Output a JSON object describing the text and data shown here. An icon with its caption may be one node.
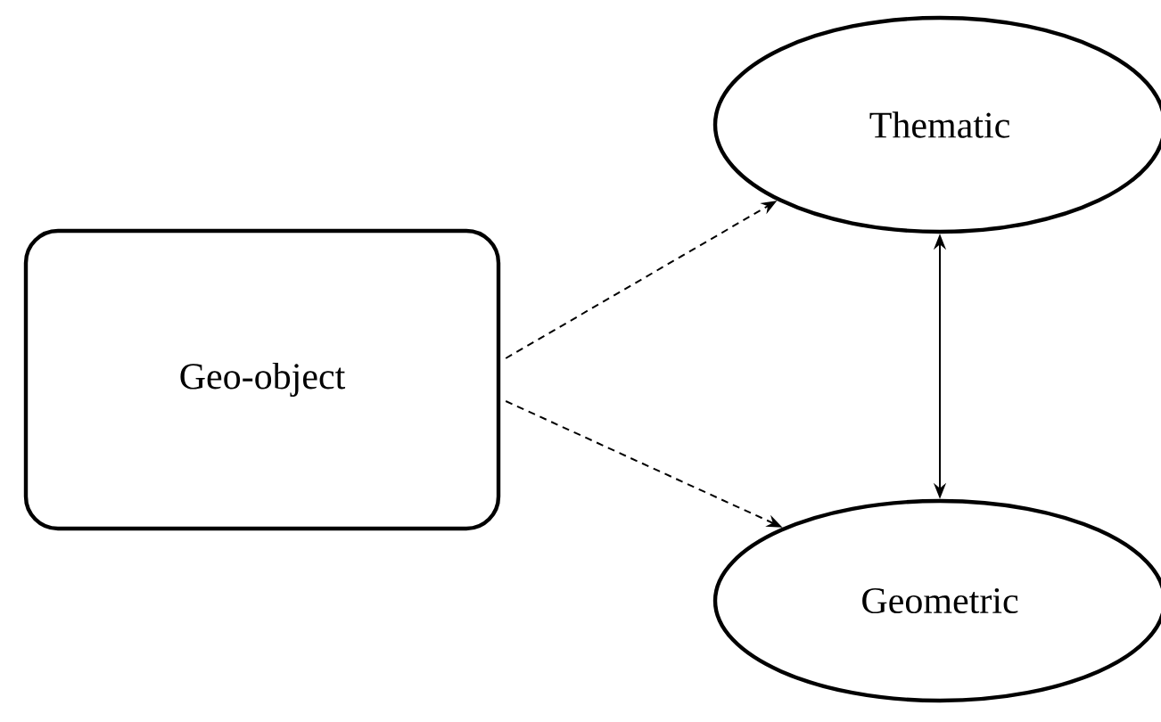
{
  "diagram": {
    "nodes": [
      {
        "text": [
          "Geo-object"
        ]
      },
      {
        "text": [
          "Thematic"
        ]
      },
      {
        "text": [
          "Geometric"
        ]
      }
    ],
    "edges": [
      {
        "from": 0,
        "to": 1,
        "arrow": "to",
        "style": "dashed"
      },
      {
        "from": 0,
        "to": 2,
        "arrow": "to",
        "style": "dashed"
      },
      {
        "from": 1,
        "to": 2,
        "arrow": "both"
      }
    ]
  }
}
